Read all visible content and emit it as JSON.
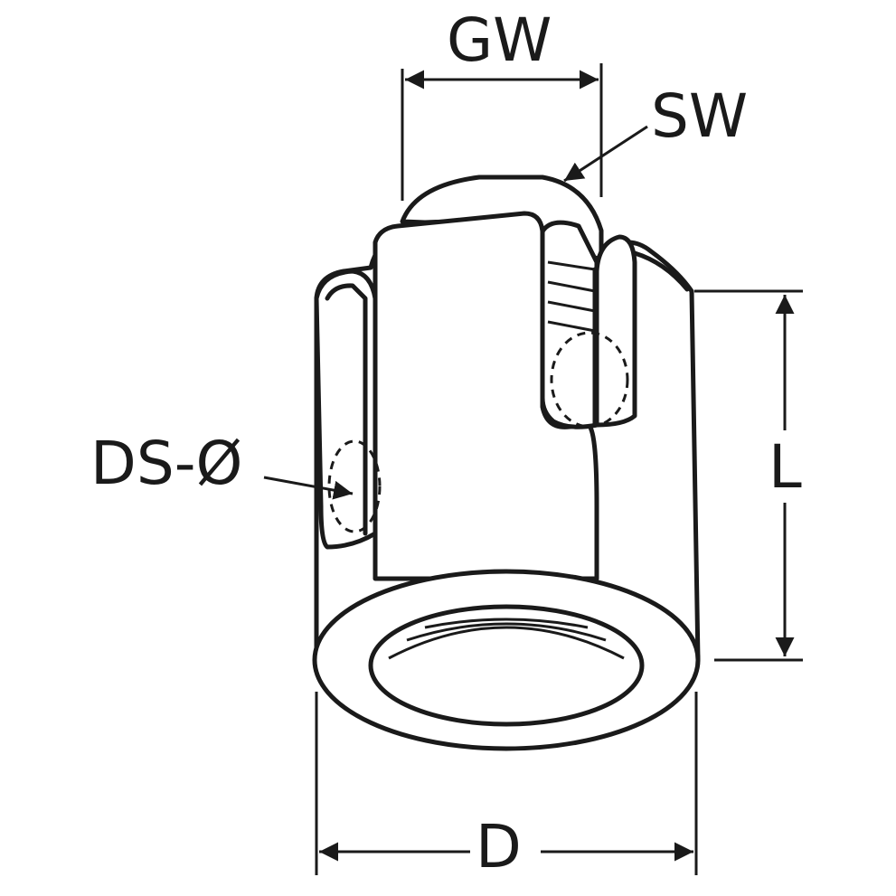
{
  "labels": {
    "gw": "GW",
    "sw": "SW",
    "l": "L",
    "ds": "DS-Ø",
    "d": "D"
  },
  "colors": {
    "line": "#1a1a1a",
    "background": "#ffffff"
  }
}
